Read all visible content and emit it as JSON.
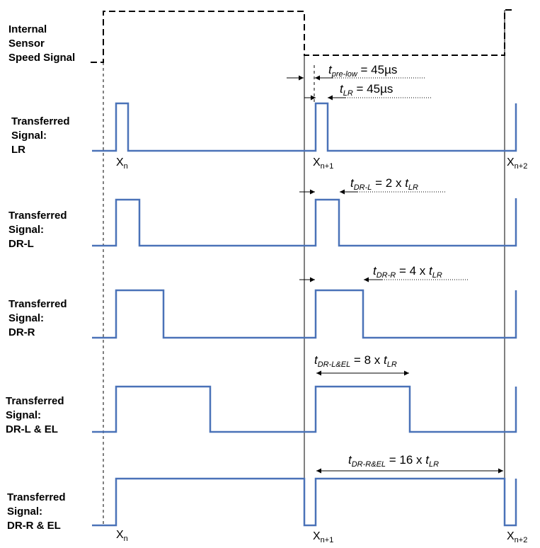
{
  "labels": {
    "internal": [
      "Internal",
      "Sensor",
      "Speed Signal"
    ],
    "lr": [
      "Transferred",
      "Signal:",
      "LR"
    ],
    "drl": [
      "Transferred",
      "Signal:",
      "DR-L"
    ],
    "drr": [
      "Transferred",
      "Signal:",
      "DR-R"
    ],
    "drlel": [
      "Transferred",
      "Signal:",
      "DR-L & EL"
    ],
    "drrel": [
      "Transferred",
      "Signal:",
      "DR-R & EL"
    ]
  },
  "markers": {
    "x": "X",
    "n": "n",
    "n1": "n+1",
    "n2": "n+2"
  },
  "annotations": {
    "pre_low": {
      "t": "t",
      "sub": "pre-low",
      "rest": " = 45µs"
    },
    "lr": {
      "t": "t",
      "sub": "LR",
      "rest": " = 45µs"
    },
    "drl": {
      "t": "t",
      "sub": "DR-L",
      "rest": " = 2 x ",
      "t2": "t",
      "sub2": "LR"
    },
    "drr": {
      "t": "t",
      "sub": "DR-R",
      "rest": " = 4 x ",
      "t2": "t",
      "sub2": "LR"
    },
    "drlel": {
      "t": "t",
      "sub": "DR-L&EL",
      "rest": " = 8 x ",
      "t2": "t",
      "sub2": "LR"
    },
    "drrel": {
      "t": "t",
      "sub": "DR-R&EL",
      "rest": " = 16 x ",
      "t2": "t",
      "sub2": "LR"
    }
  },
  "colors": {
    "signal": "#4a72b8",
    "line": "#000000"
  }
}
